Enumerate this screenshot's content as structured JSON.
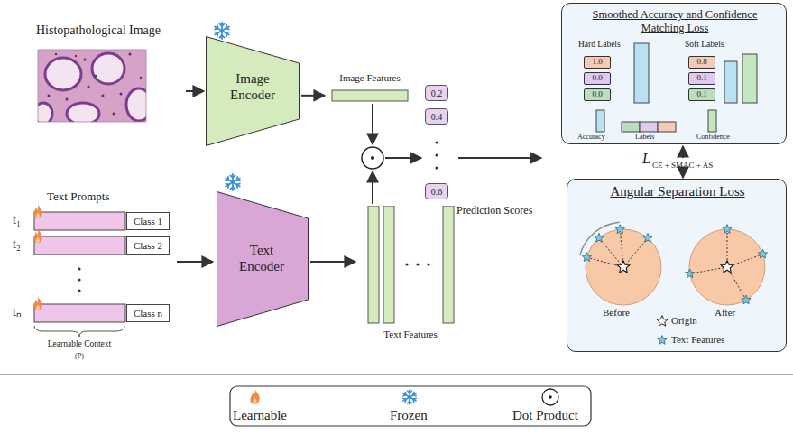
{
  "diagram": {
    "nodes": [
      {
        "text": [
          "Histopathological Image"
        ]
      },
      {
        "text": [
          "Image Encoder"
        ]
      },
      {
        "text": [
          "Image Features"
        ]
      },
      {
        "text": [
          "Class 1"
        ]
      },
      {
        "text": [
          "Class 2"
        ]
      },
      {
        "text": [
          "Class n"
        ]
      },
      {
        "text": [
          "Text Encoder"
        ]
      },
      {
        "text": [
          "Text Features"
        ]
      },
      {
        "text": [
          "0.2"
        ]
      },
      {
        "text": [
          "0.4"
        ]
      },
      {
        "text": [
          "0.6"
        ]
      },
      {
        "text": [
          "Smoothed Accuracy and Confidence Matching Loss"
        ]
      },
      {
        "text": [
          "1.0"
        ],
        "in": 11
      },
      {
        "text": [
          "0.0"
        ],
        "in": 11
      },
      {
        "text": [
          "0.0"
        ],
        "in": 11
      },
      {
        "text": [
          "0.8"
        ],
        "in": 11
      },
      {
        "text": [
          "0.1"
        ],
        "in": 11
      },
      {
        "text": [
          "0.1"
        ],
        "in": 11
      },
      {
        "text": [
          "Angular Separation Loss"
        ]
      }
    ],
    "edges": [
      {
        "from": 0,
        "to": 1,
        "arrow": "to"
      },
      {
        "from": 1,
        "to": 2,
        "arrow": "to"
      },
      {
        "from": 6,
        "to": 7,
        "arrow": "to"
      }
    ],
    "labels": [
      "Text Prompts",
      "t₁",
      "t₂",
      "tₙ",
      "Learnable Context",
      "(P)",
      "Prediction Scores",
      "Hard Labels",
      "Soft Labels",
      "Accuracy",
      "Labels",
      "Confidence",
      "L",
      "CE + SMAC + AS",
      "Before",
      "After"
    ],
    "legend": [
      {
        "text": "Learnable"
      },
      {
        "text": "Frozen"
      },
      {
        "text": "Dot Product"
      },
      {
        "text": "Origin"
      },
      {
        "text": "Text Features"
      }
    ]
  }
}
